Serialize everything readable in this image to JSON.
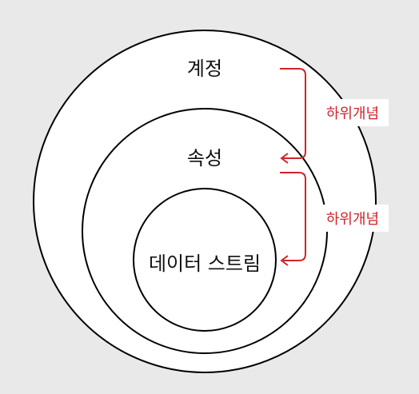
{
  "diagram": {
    "levels": [
      {
        "label": "계정"
      },
      {
        "label": "속성"
      },
      {
        "label": "데이터 스트림"
      }
    ],
    "relations": [
      {
        "label": "하위개념"
      },
      {
        "label": "하위개념"
      }
    ]
  },
  "colors": {
    "background": "#e9e9e9",
    "circle_fill": "#ffffff",
    "circle_stroke": "#000000",
    "text": "#111111",
    "accent": "#d0232a",
    "label_box": "#ffffff"
  }
}
